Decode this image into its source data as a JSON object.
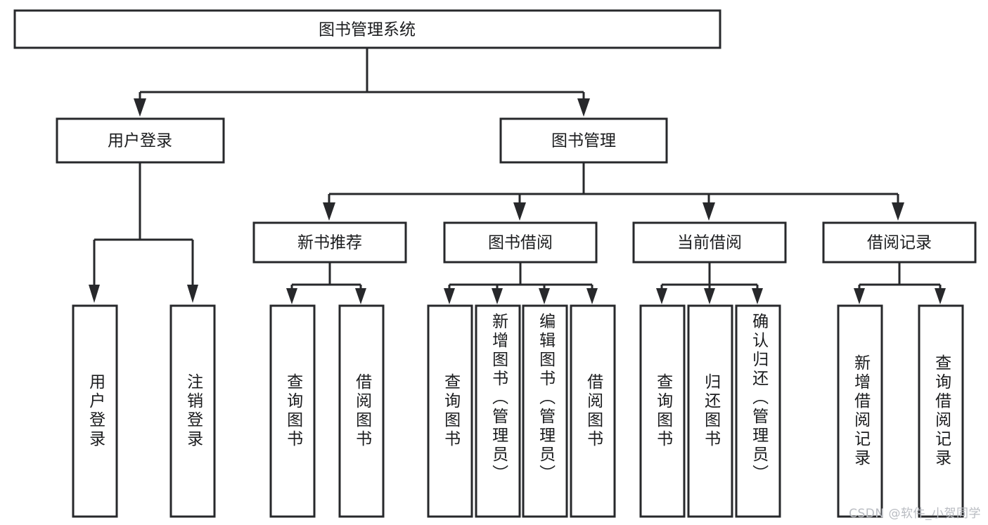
{
  "diagram": {
    "type": "tree",
    "title": "图书管理系统",
    "root": {
      "id": "root",
      "label": "图书管理系统",
      "orientation": "horizontal"
    },
    "level2": [
      {
        "id": "user-login",
        "label": "用户登录",
        "orientation": "horizontal"
      },
      {
        "id": "book-management",
        "label": "图书管理",
        "orientation": "horizontal"
      }
    ],
    "level3": [
      {
        "id": "new-book-recommend",
        "label": "新书推荐",
        "parent": "book-management",
        "orientation": "horizontal"
      },
      {
        "id": "book-borrow",
        "label": "图书借阅",
        "parent": "book-management",
        "orientation": "horizontal"
      },
      {
        "id": "current-borrow",
        "label": "当前借阅",
        "parent": "book-management",
        "orientation": "horizontal"
      },
      {
        "id": "borrow-record",
        "label": "借阅记录",
        "parent": "book-management",
        "orientation": "horizontal"
      }
    ],
    "leaves": [
      {
        "id": "leaf-user-login",
        "label": "用户登录",
        "parent": "user-login",
        "orientation": "vertical"
      },
      {
        "id": "leaf-logout-login",
        "label": "注销登录",
        "parent": "user-login",
        "orientation": "vertical"
      },
      {
        "id": "leaf-query-book-1",
        "label": "查询图书",
        "parent": "new-book-recommend",
        "orientation": "vertical"
      },
      {
        "id": "leaf-borrow-book-1",
        "label": "借阅图书",
        "parent": "new-book-recommend",
        "orientation": "vertical"
      },
      {
        "id": "leaf-query-book-2",
        "label": "查询图书",
        "parent": "book-borrow",
        "orientation": "vertical"
      },
      {
        "id": "leaf-add-book-admin",
        "label": "新增图书（管理员）",
        "parent": "book-borrow",
        "orientation": "vertical"
      },
      {
        "id": "leaf-edit-book-admin",
        "label": "编辑图书（管理员）",
        "parent": "book-borrow",
        "orientation": "vertical"
      },
      {
        "id": "leaf-borrow-book-2",
        "label": "借阅图书",
        "parent": "book-borrow",
        "orientation": "vertical"
      },
      {
        "id": "leaf-query-book-3",
        "label": "查询图书",
        "parent": "current-borrow",
        "orientation": "vertical"
      },
      {
        "id": "leaf-return-book",
        "label": "归还图书",
        "parent": "current-borrow",
        "orientation": "vertical"
      },
      {
        "id": "leaf-confirm-return-admin",
        "label": "确认归还（管理员）",
        "parent": "current-borrow",
        "orientation": "vertical"
      },
      {
        "id": "leaf-add-borrow-record",
        "label": "新增借阅记录",
        "parent": "borrow-record",
        "orientation": "vertical"
      },
      {
        "id": "leaf-query-borrow-record",
        "label": "查询借阅记录",
        "parent": "borrow-record",
        "orientation": "vertical"
      }
    ],
    "colors": {
      "stroke": "#27282b",
      "fill": "#ffffff",
      "text": "#1b1c1e",
      "background": "#ffffff",
      "watermark": "#b9bcc2"
    }
  },
  "watermark": {
    "text": "CSDN @软件_小贺同学"
  }
}
